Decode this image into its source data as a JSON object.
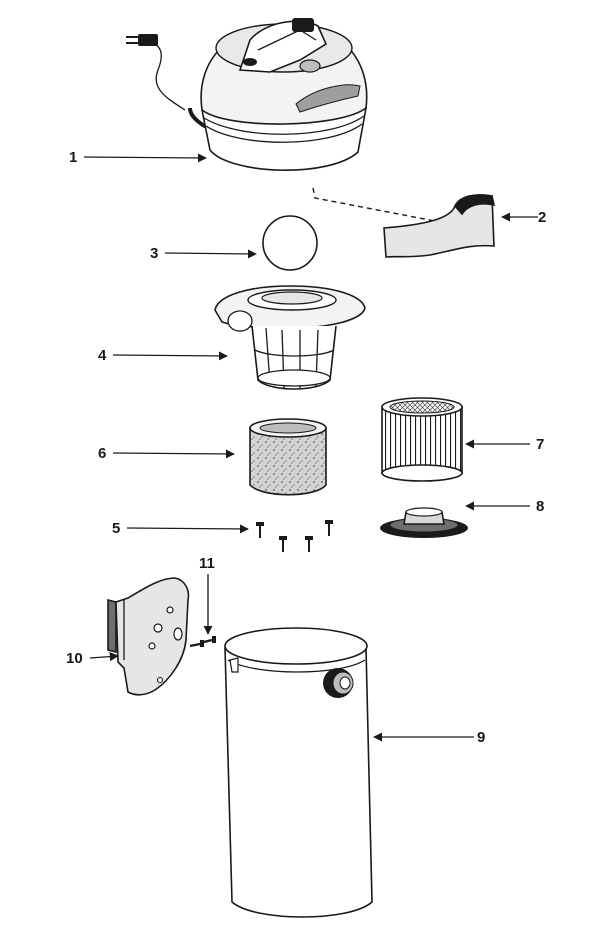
{
  "callouts": {
    "c1": "1",
    "c2": "2",
    "c3": "3",
    "c4": "4",
    "c5": "5",
    "c6": "6",
    "c7": "7",
    "c8": "8",
    "c9": "9",
    "c10": "10",
    "c11": "11"
  },
  "colors": {
    "ink": "#1a1a1a",
    "light_gray": "#e6e6e6",
    "mid_gray": "#bdbdbd",
    "dark_gray": "#6e6e6e"
  }
}
